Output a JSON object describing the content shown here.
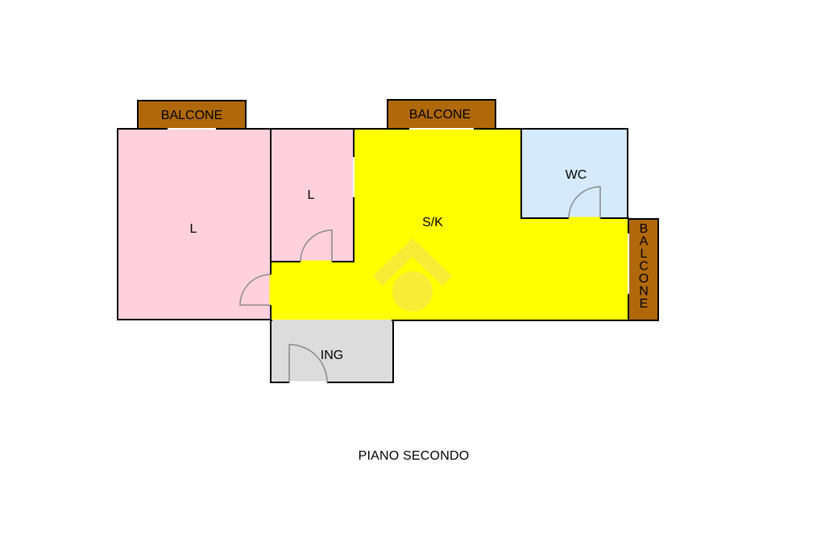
{
  "plan": {
    "rooms": {
      "living_left": "L",
      "living_small": "L",
      "kitchen": "S/K",
      "bathroom": "WC",
      "entrance": "ING"
    },
    "balconies": {
      "top_left": "BALCONE",
      "top_center": "BALCONE",
      "right": "BALCONE"
    },
    "floor_label": "PIANO SECONDO"
  },
  "colors": {
    "living": "#ffd1dc",
    "kitchen": "#ffff00",
    "bathroom": "#d5eafc",
    "entrance": "#dcdcdc",
    "balcony": "#b0690a",
    "wall": "#000000",
    "watermark": "#f6e64a"
  }
}
